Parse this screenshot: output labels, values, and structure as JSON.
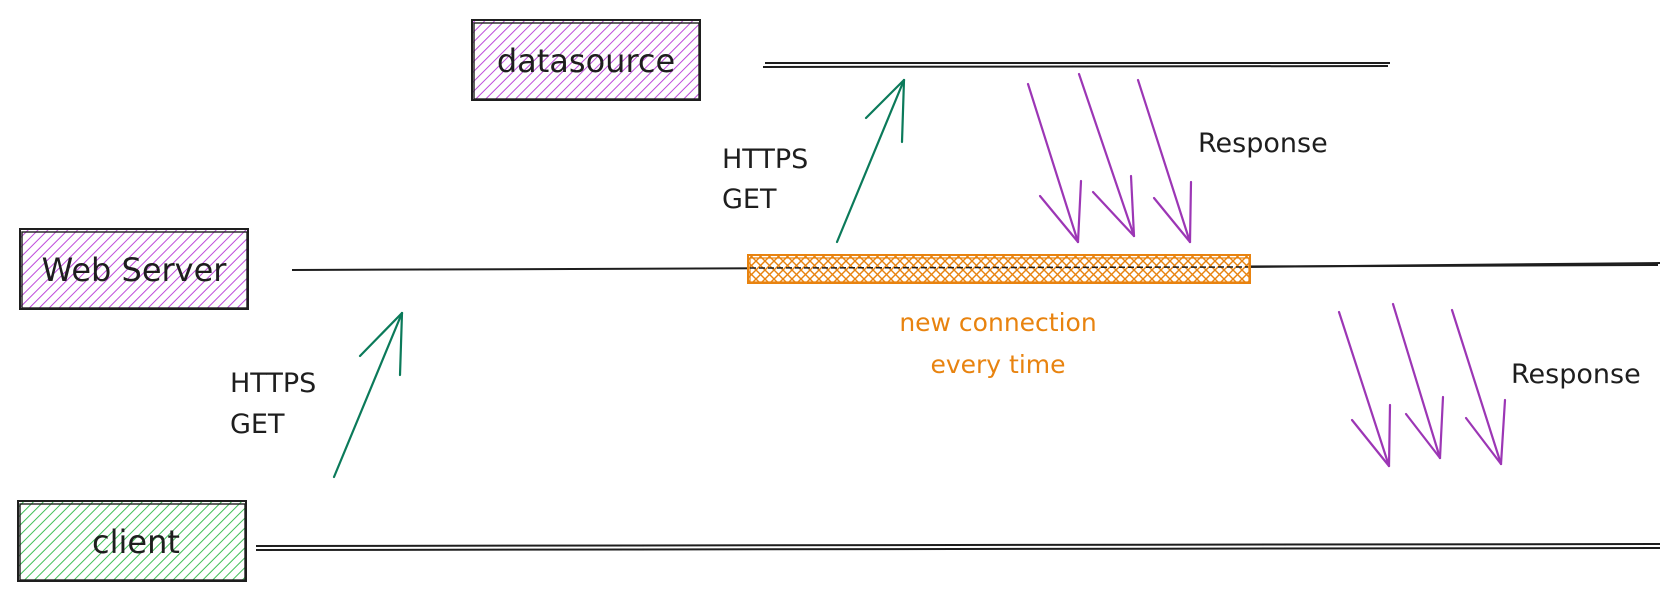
{
  "nodes": {
    "datasource": "datasource",
    "web_server": "Web Server",
    "client": "client"
  },
  "labels": {
    "https_get_upper_line1": "HTTPS",
    "https_get_upper_line2": "GET",
    "https_get_lower_line1": "HTTPS",
    "https_get_lower_line2": "GET",
    "response_upper": "Response",
    "response_lower": "Response",
    "new_connection_line1": "new connection",
    "new_connection_line2": "every time"
  },
  "colors": {
    "server_fill": "#be4bdb",
    "client_fill": "#40c057",
    "request_arrow": "#0b7a5a",
    "response_arrow": "#9c36b5",
    "connection": "#e8830f",
    "stroke": "#1e1e1e"
  }
}
